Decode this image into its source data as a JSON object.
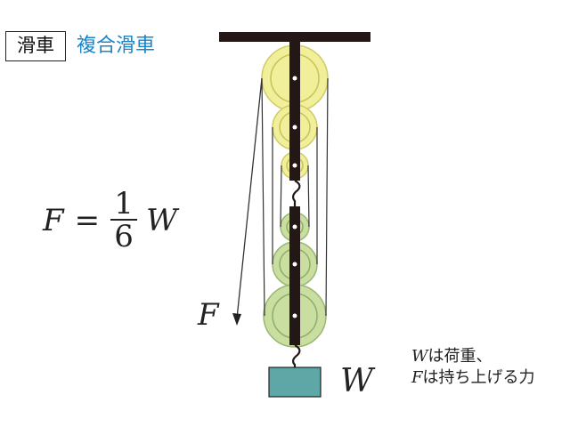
{
  "header": {
    "tag": "滑車",
    "subtitle": "複合滑車"
  },
  "formula": {
    "lhs": "F",
    "eq": "=",
    "numerator": "1",
    "denominator": "6",
    "rhs": "W"
  },
  "labels": {
    "force": "F",
    "weight": "W"
  },
  "note": {
    "line1_var": "W",
    "line1_text": "は荷重、",
    "line2_var": "F",
    "line2_text": "は持ち上げる力"
  },
  "colors": {
    "upper_pulley": "#f2ef9a",
    "lower_pulley": "#c9dea0",
    "weight_box": "#5fa6a6",
    "rope": "#333333",
    "frame": "#231815"
  }
}
